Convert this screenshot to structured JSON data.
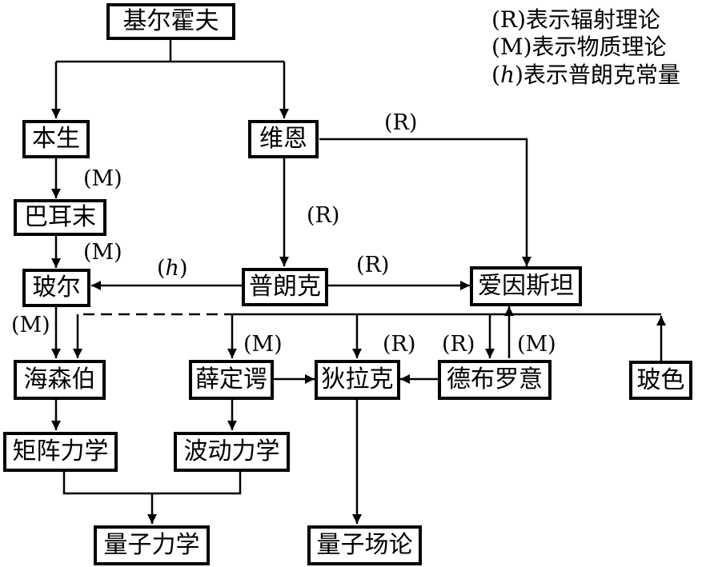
{
  "nodes": {
    "kirchhoff": "基尔霍夫",
    "boltzmann": "本生",
    "wien": "维恩",
    "balmer": "巴耳末",
    "bohr": "玻尔",
    "planck": "普朗克",
    "einstein": "爱因斯坦",
    "heisenberg": "海森伯",
    "schrodinger": "薛定谔",
    "dirac": "狄拉克",
    "debroglie": "德布罗意",
    "bose": "玻色",
    "matrix_mechanics": "矩阵力学",
    "wave_mechanics": "波动力学",
    "quantum_mechanics": "量子力学",
    "quantum_field_theory": "量子场论"
  },
  "edge_labels": {
    "R": "(R)",
    "M": "(M)",
    "h_open": "(",
    "h_letter": "h",
    "h_close": ")"
  },
  "legend": {
    "radiation": "(R)表示辐射理论",
    "matter": "(M)表示物质理论",
    "planck_open": "(",
    "planck_letter": "h",
    "planck_rest": ")表示普朗克常量"
  }
}
